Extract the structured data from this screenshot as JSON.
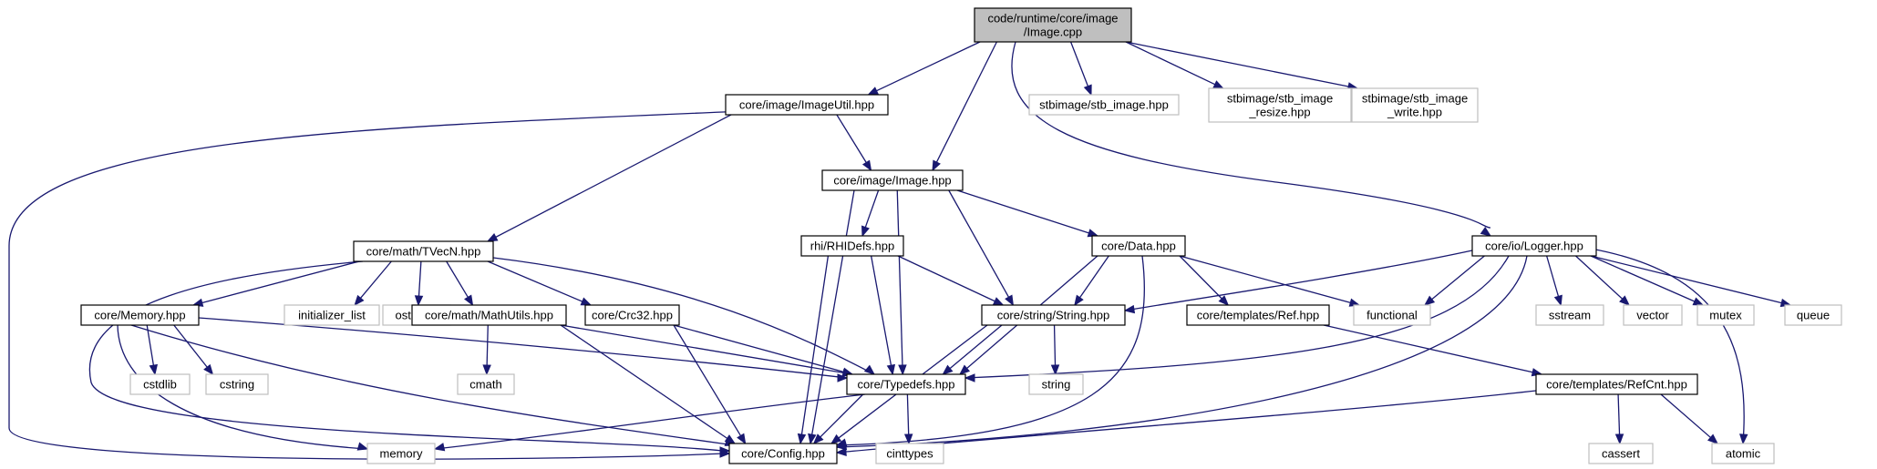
{
  "colors": {
    "edge": "#191970",
    "root_fill": "#bfbfbf",
    "root_stroke": "#000000",
    "normal_stroke": "#000000",
    "system_stroke": "#bfbfbf",
    "box_fill": "#ffffff"
  },
  "nodes": [
    {
      "id": "root",
      "kind": "root",
      "lines": [
        "code/runtime/core/image",
        "/Image.cpp"
      ]
    },
    {
      "id": "imageutil",
      "kind": "normal",
      "lines": [
        "core/image/ImageUtil.hpp"
      ]
    },
    {
      "id": "stb_image",
      "kind": "system",
      "lines": [
        "stbimage/stb_image.hpp"
      ]
    },
    {
      "id": "stb_resize",
      "kind": "system",
      "lines": [
        "stbimage/stb_image",
        "_resize.hpp"
      ]
    },
    {
      "id": "stb_write",
      "kind": "system",
      "lines": [
        "stbimage/stb_image",
        "_write.hpp"
      ]
    },
    {
      "id": "image",
      "kind": "normal",
      "lines": [
        "core/image/Image.hpp"
      ]
    },
    {
      "id": "tvecn",
      "kind": "normal",
      "lines": [
        "core/math/TVecN.hpp"
      ]
    },
    {
      "id": "rhidefs",
      "kind": "normal",
      "lines": [
        "rhi/RHIDefs.hpp"
      ]
    },
    {
      "id": "data",
      "kind": "normal",
      "lines": [
        "core/Data.hpp"
      ]
    },
    {
      "id": "logger",
      "kind": "normal",
      "lines": [
        "core/io/Logger.hpp"
      ]
    },
    {
      "id": "memory_hpp",
      "kind": "normal",
      "lines": [
        "core/Memory.hpp"
      ]
    },
    {
      "id": "initializer_list",
      "kind": "system",
      "lines": [
        "initializer_list"
      ]
    },
    {
      "id": "ostream",
      "kind": "system",
      "lines": [
        "ostream"
      ]
    },
    {
      "id": "mathutils",
      "kind": "normal",
      "lines": [
        "core/math/MathUtils.hpp"
      ]
    },
    {
      "id": "crc32",
      "kind": "normal",
      "lines": [
        "core/Crc32.hpp"
      ]
    },
    {
      "id": "string_hpp",
      "kind": "normal",
      "lines": [
        "core/string/String.hpp"
      ]
    },
    {
      "id": "ref",
      "kind": "normal",
      "lines": [
        "core/templates/Ref.hpp"
      ]
    },
    {
      "id": "functional",
      "kind": "system",
      "lines": [
        "functional"
      ]
    },
    {
      "id": "sstream",
      "kind": "system",
      "lines": [
        "sstream"
      ]
    },
    {
      "id": "vector",
      "kind": "system",
      "lines": [
        "vector"
      ]
    },
    {
      "id": "mutex",
      "kind": "system",
      "lines": [
        "mutex"
      ]
    },
    {
      "id": "queue",
      "kind": "system",
      "lines": [
        "queue"
      ]
    },
    {
      "id": "cstdlib",
      "kind": "system",
      "lines": [
        "cstdlib"
      ]
    },
    {
      "id": "cstring",
      "kind": "system",
      "lines": [
        "cstring"
      ]
    },
    {
      "id": "cmath",
      "kind": "system",
      "lines": [
        "cmath"
      ]
    },
    {
      "id": "typedefs",
      "kind": "normal",
      "lines": [
        "core/Typedefs.hpp"
      ]
    },
    {
      "id": "string_sys",
      "kind": "system",
      "lines": [
        "string"
      ]
    },
    {
      "id": "refcnt",
      "kind": "normal",
      "lines": [
        "core/templates/RefCnt.hpp"
      ]
    },
    {
      "id": "memory_sys",
      "kind": "system",
      "lines": [
        "memory"
      ]
    },
    {
      "id": "config",
      "kind": "normal",
      "lines": [
        "core/Config.hpp"
      ]
    },
    {
      "id": "cinttypes",
      "kind": "system",
      "lines": [
        "cinttypes"
      ]
    },
    {
      "id": "cassert",
      "kind": "system",
      "lines": [
        "cassert"
      ]
    },
    {
      "id": "atomic",
      "kind": "system",
      "lines": [
        "atomic"
      ]
    }
  ],
  "edges": [
    {
      "from": "root",
      "to": "imageutil"
    },
    {
      "from": "root",
      "to": "stb_image"
    },
    {
      "from": "root",
      "to": "stb_resize"
    },
    {
      "from": "root",
      "to": "stb_write"
    },
    {
      "from": "root",
      "to": "image"
    },
    {
      "from": "root",
      "to": "logger"
    },
    {
      "from": "imageutil",
      "to": "image"
    },
    {
      "from": "imageutil",
      "to": "tvecn"
    },
    {
      "from": "imageutil",
      "to": "config"
    },
    {
      "from": "image",
      "to": "rhidefs"
    },
    {
      "from": "image",
      "to": "data"
    },
    {
      "from": "image",
      "to": "string_hpp"
    },
    {
      "from": "image",
      "to": "typedefs"
    },
    {
      "from": "image",
      "to": "config"
    },
    {
      "from": "tvecn",
      "to": "memory_hpp"
    },
    {
      "from": "tvecn",
      "to": "initializer_list"
    },
    {
      "from": "tvecn",
      "to": "ostream"
    },
    {
      "from": "tvecn",
      "to": "mathutils"
    },
    {
      "from": "tvecn",
      "to": "crc32"
    },
    {
      "from": "tvecn",
      "to": "typedefs"
    },
    {
      "from": "tvecn",
      "to": "config"
    },
    {
      "from": "rhidefs",
      "to": "string_hpp"
    },
    {
      "from": "rhidefs",
      "to": "typedefs"
    },
    {
      "from": "rhidefs",
      "to": "config"
    },
    {
      "from": "data",
      "to": "string_hpp"
    },
    {
      "from": "data",
      "to": "ref"
    },
    {
      "from": "data",
      "to": "functional"
    },
    {
      "from": "data",
      "to": "typedefs"
    },
    {
      "from": "data",
      "to": "config"
    },
    {
      "from": "logger",
      "to": "string_hpp"
    },
    {
      "from": "logger",
      "to": "functional"
    },
    {
      "from": "logger",
      "to": "sstream"
    },
    {
      "from": "logger",
      "to": "vector"
    },
    {
      "from": "logger",
      "to": "mutex"
    },
    {
      "from": "logger",
      "to": "queue"
    },
    {
      "from": "logger",
      "to": "typedefs"
    },
    {
      "from": "logger",
      "to": "config"
    },
    {
      "from": "logger",
      "to": "atomic"
    },
    {
      "from": "memory_hpp",
      "to": "cstdlib"
    },
    {
      "from": "memory_hpp",
      "to": "cstring"
    },
    {
      "from": "memory_hpp",
      "to": "memory_sys"
    },
    {
      "from": "memory_hpp",
      "to": "typedefs"
    },
    {
      "from": "memory_hpp",
      "to": "config"
    },
    {
      "from": "mathutils",
      "to": "cmath"
    },
    {
      "from": "mathutils",
      "to": "typedefs"
    },
    {
      "from": "mathutils",
      "to": "config"
    },
    {
      "from": "crc32",
      "to": "typedefs"
    },
    {
      "from": "crc32",
      "to": "config"
    },
    {
      "from": "string_hpp",
      "to": "string_sys"
    },
    {
      "from": "string_hpp",
      "to": "typedefs"
    },
    {
      "from": "string_hpp",
      "to": "config"
    },
    {
      "from": "ref",
      "to": "refcnt"
    },
    {
      "from": "typedefs",
      "to": "memory_sys"
    },
    {
      "from": "typedefs",
      "to": "config"
    },
    {
      "from": "typedefs",
      "to": "cinttypes"
    },
    {
      "from": "refcnt",
      "to": "config"
    },
    {
      "from": "refcnt",
      "to": "cassert"
    },
    {
      "from": "refcnt",
      "to": "atomic"
    }
  ]
}
